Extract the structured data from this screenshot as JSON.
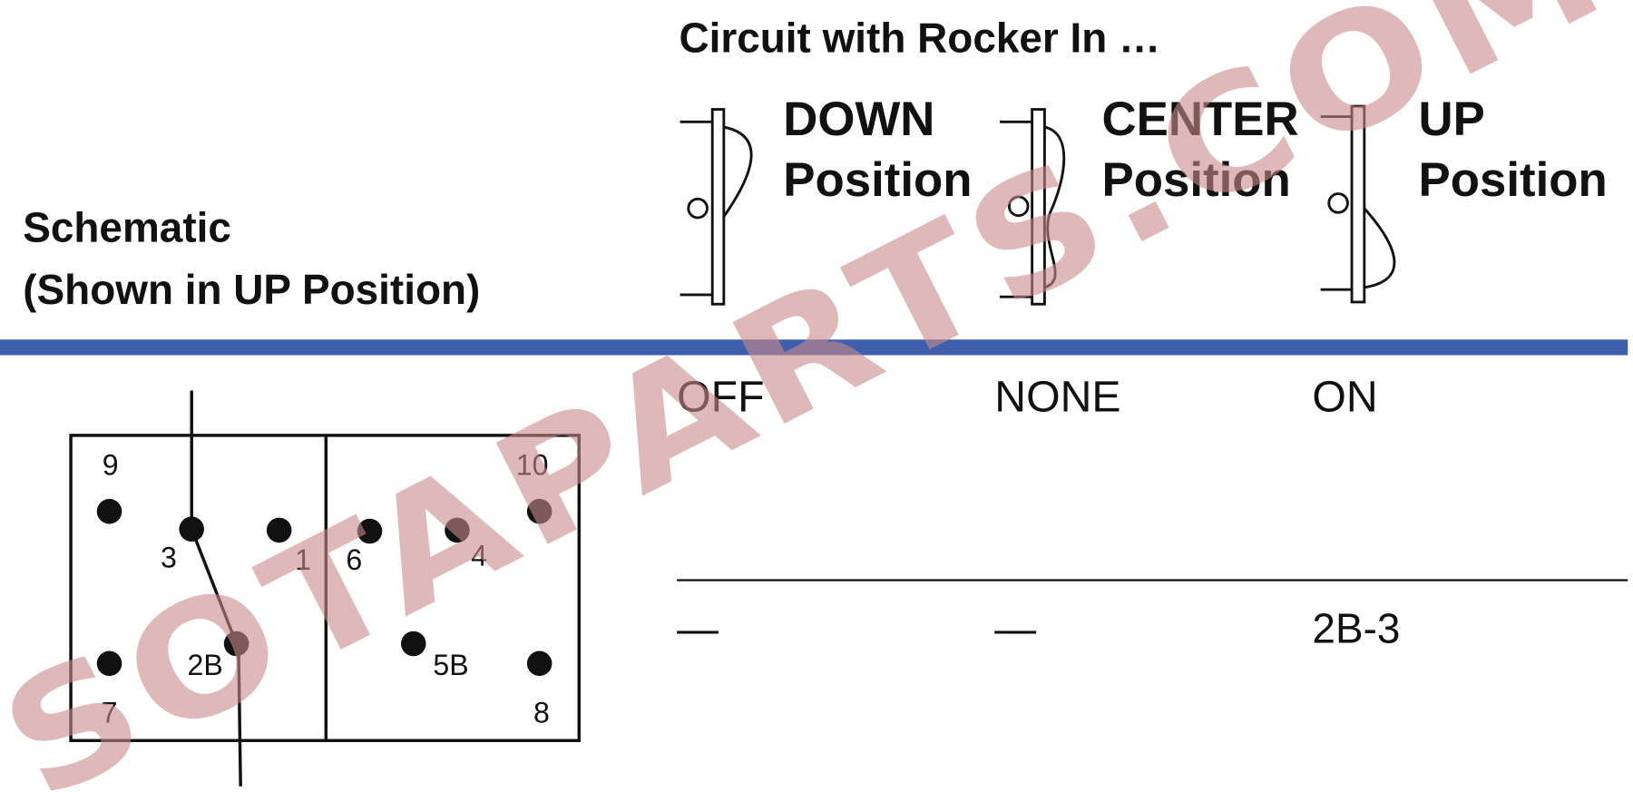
{
  "header": {
    "circuit_title": "Circuit with Rocker In …",
    "schematic_title": "Schematic",
    "schematic_subtitle": "(Shown in UP Position)"
  },
  "positions": [
    {
      "name": "DOWN",
      "label": "Position",
      "state": "OFF",
      "connection": "—"
    },
    {
      "name": "CENTER",
      "label": "Position",
      "state": "NONE",
      "connection": "—"
    },
    {
      "name": "UP",
      "label": "Position",
      "state": "ON",
      "connection": "2B-3"
    }
  ],
  "terminals": {
    "t9": "9",
    "t3": "3",
    "t1": "1",
    "t6": "6",
    "t4": "4",
    "t10": "10",
    "t7": "7",
    "t2b": "2B",
    "t5b": "5B",
    "t8": "8"
  },
  "watermark": "SOTAPARTS.COM",
  "colors": {
    "divider": "#3f5fad",
    "watermark": "#c98a8a"
  }
}
